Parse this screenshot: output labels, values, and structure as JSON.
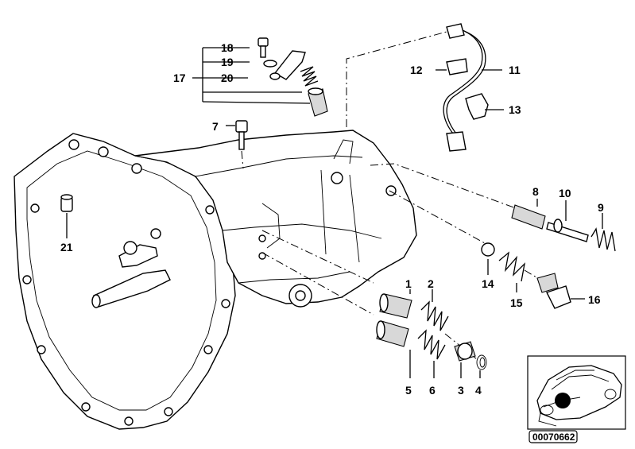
{
  "diagram": {
    "part_labels": {
      "p1": "1",
      "p2": "2",
      "p3": "3",
      "p4": "4",
      "p5": "5",
      "p6": "6",
      "p7": "7",
      "p8": "8",
      "p9": "9",
      "p10": "10",
      "p11": "11",
      "p12": "12",
      "p13": "13",
      "p14": "14",
      "p15": "15",
      "p16": "16",
      "p17": "17",
      "p18": "18",
      "p19": "19",
      "p20": "20",
      "p21": "21"
    },
    "image_code": "00070662"
  },
  "colors": {
    "ink": "#000000",
    "paper": "#ffffff",
    "shading": "#d8d8d8",
    "locator_dot": "#000000"
  },
  "icons": {
    "locator": "car-location-icon"
  }
}
